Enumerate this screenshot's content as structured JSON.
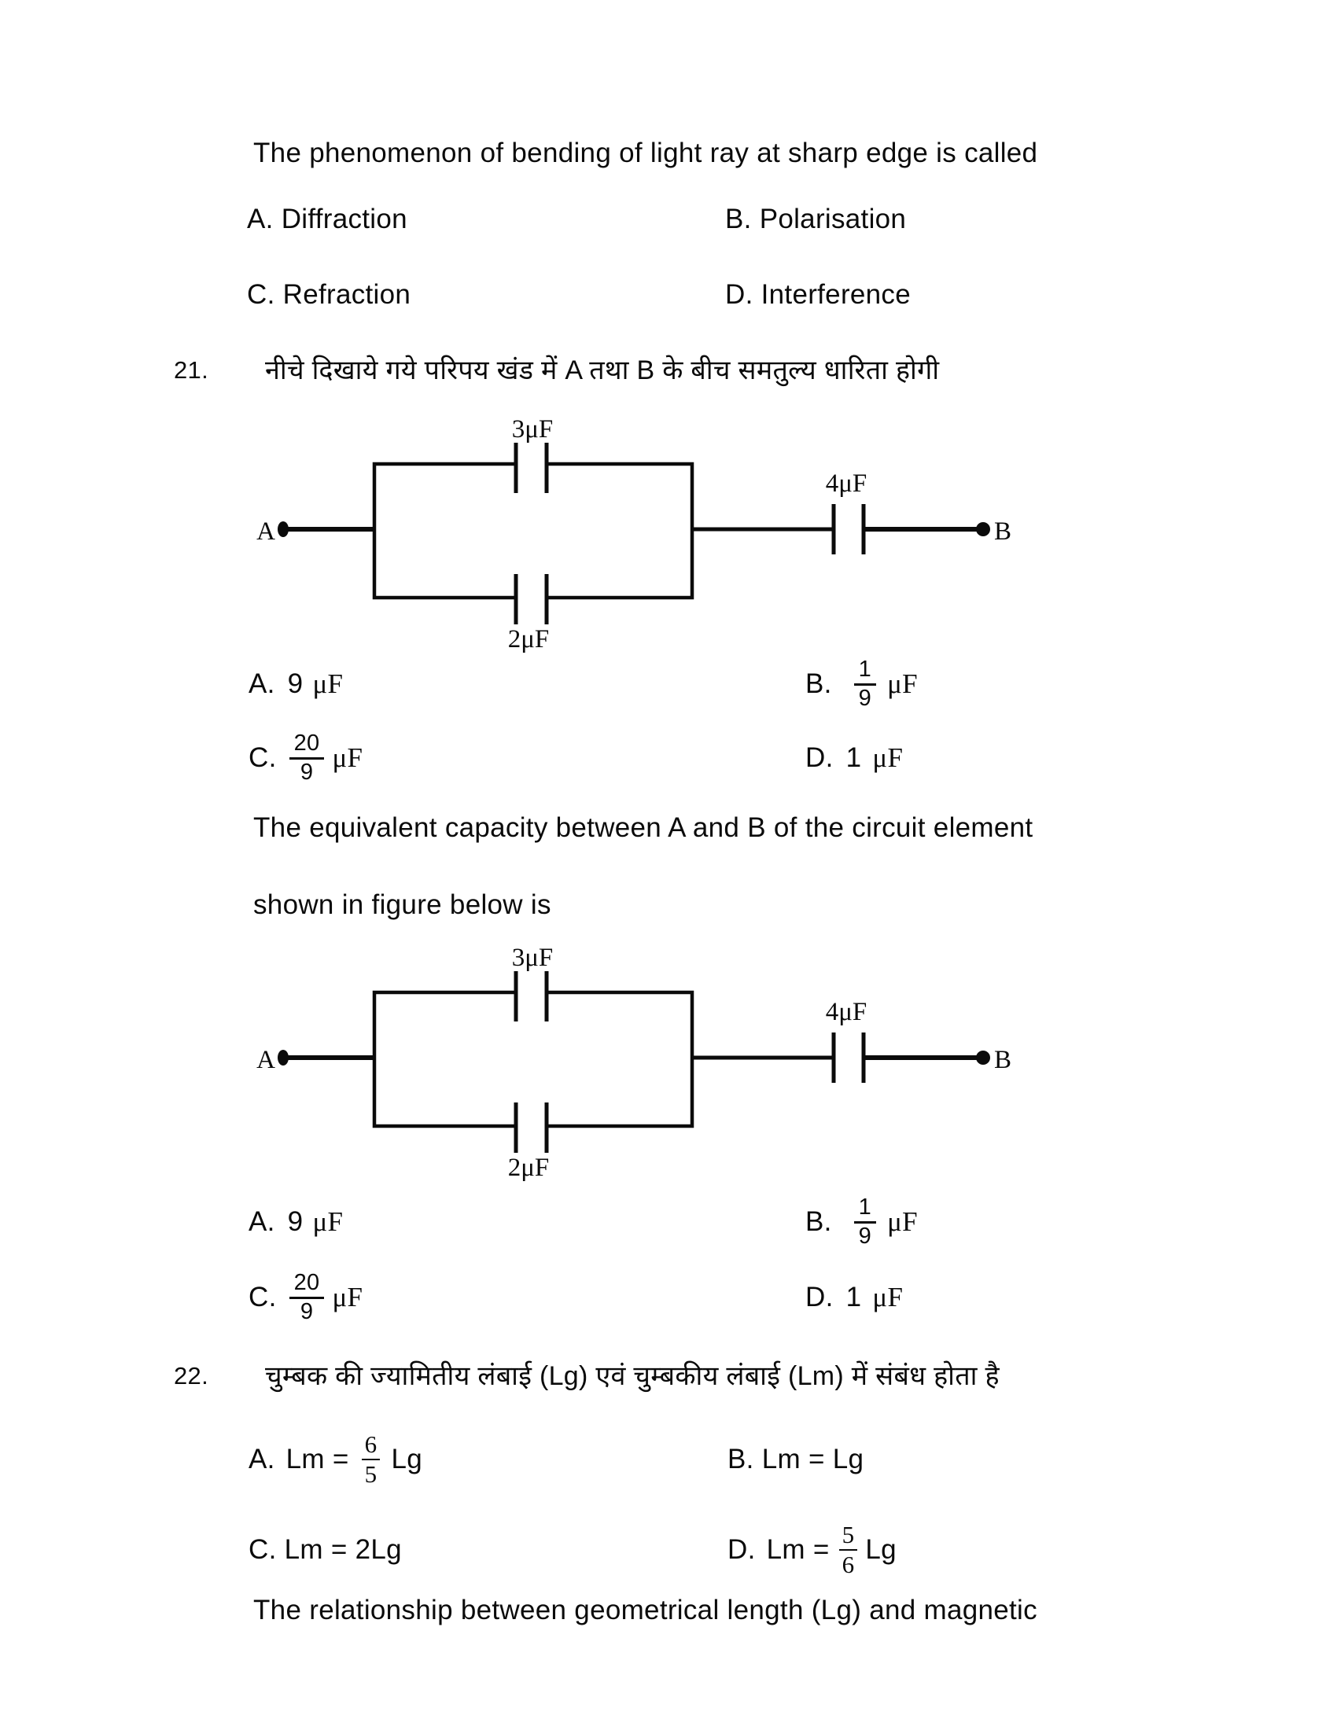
{
  "colors": {
    "background": "#ffffff",
    "ink": "#0b0b0b"
  },
  "q20": {
    "question": "The phenomenon of bending of light ray at sharp edge is called",
    "options": {
      "a": "A. Diffraction",
      "b": "B. Polarisation",
      "c": "C. Refraction",
      "d": "D. Interference"
    }
  },
  "q21": {
    "number": "21.",
    "question_hindi": "नीचे दिखाये गये परिपय खंड में A तथा B के बीच समतुल्य धारिता होगी",
    "question_english_line1": "The equivalent capacity between A and B of the circuit element",
    "question_english_line2": "shown in figure below is",
    "options": {
      "a_label": "A.",
      "a_value": "9",
      "a_unit": "μF",
      "b_label": "B.",
      "b_fraction": {
        "numerator": "1",
        "denominator": "9"
      },
      "b_unit": "μF",
      "c_label": "C.",
      "c_fraction": {
        "numerator": "20",
        "denominator": "9"
      },
      "c_unit": "μF",
      "d_label": "D.",
      "d_value": "1",
      "d_unit": "μF"
    }
  },
  "q22": {
    "number": "22.",
    "question_hindi": "चुम्बक की ज्यामितीय लंबाई (Lg) एवं चुम्बकीय लंबाई (Lm) में संबंध होता है",
    "question_english_partial": "The relationship between geometrical length (Lg) and magnetic",
    "options": {
      "a_label": "A.",
      "a_prefix": "Lm =",
      "a_fraction": {
        "numerator": "6",
        "denominator": "5"
      },
      "a_suffix": "Lg",
      "b": "B. Lm = Lg",
      "c": "C. Lm = 2Lg",
      "d_label": "D.",
      "d_prefix": "Lm =",
      "d_fraction": {
        "numerator": "5",
        "denominator": "6"
      },
      "d_suffix": "Lg"
    }
  },
  "circuit": {
    "capacitor_top": "3μF",
    "capacitor_bottom": "2μF",
    "capacitor_right": "4μF",
    "terminal_left": "A",
    "terminal_right": "B"
  }
}
